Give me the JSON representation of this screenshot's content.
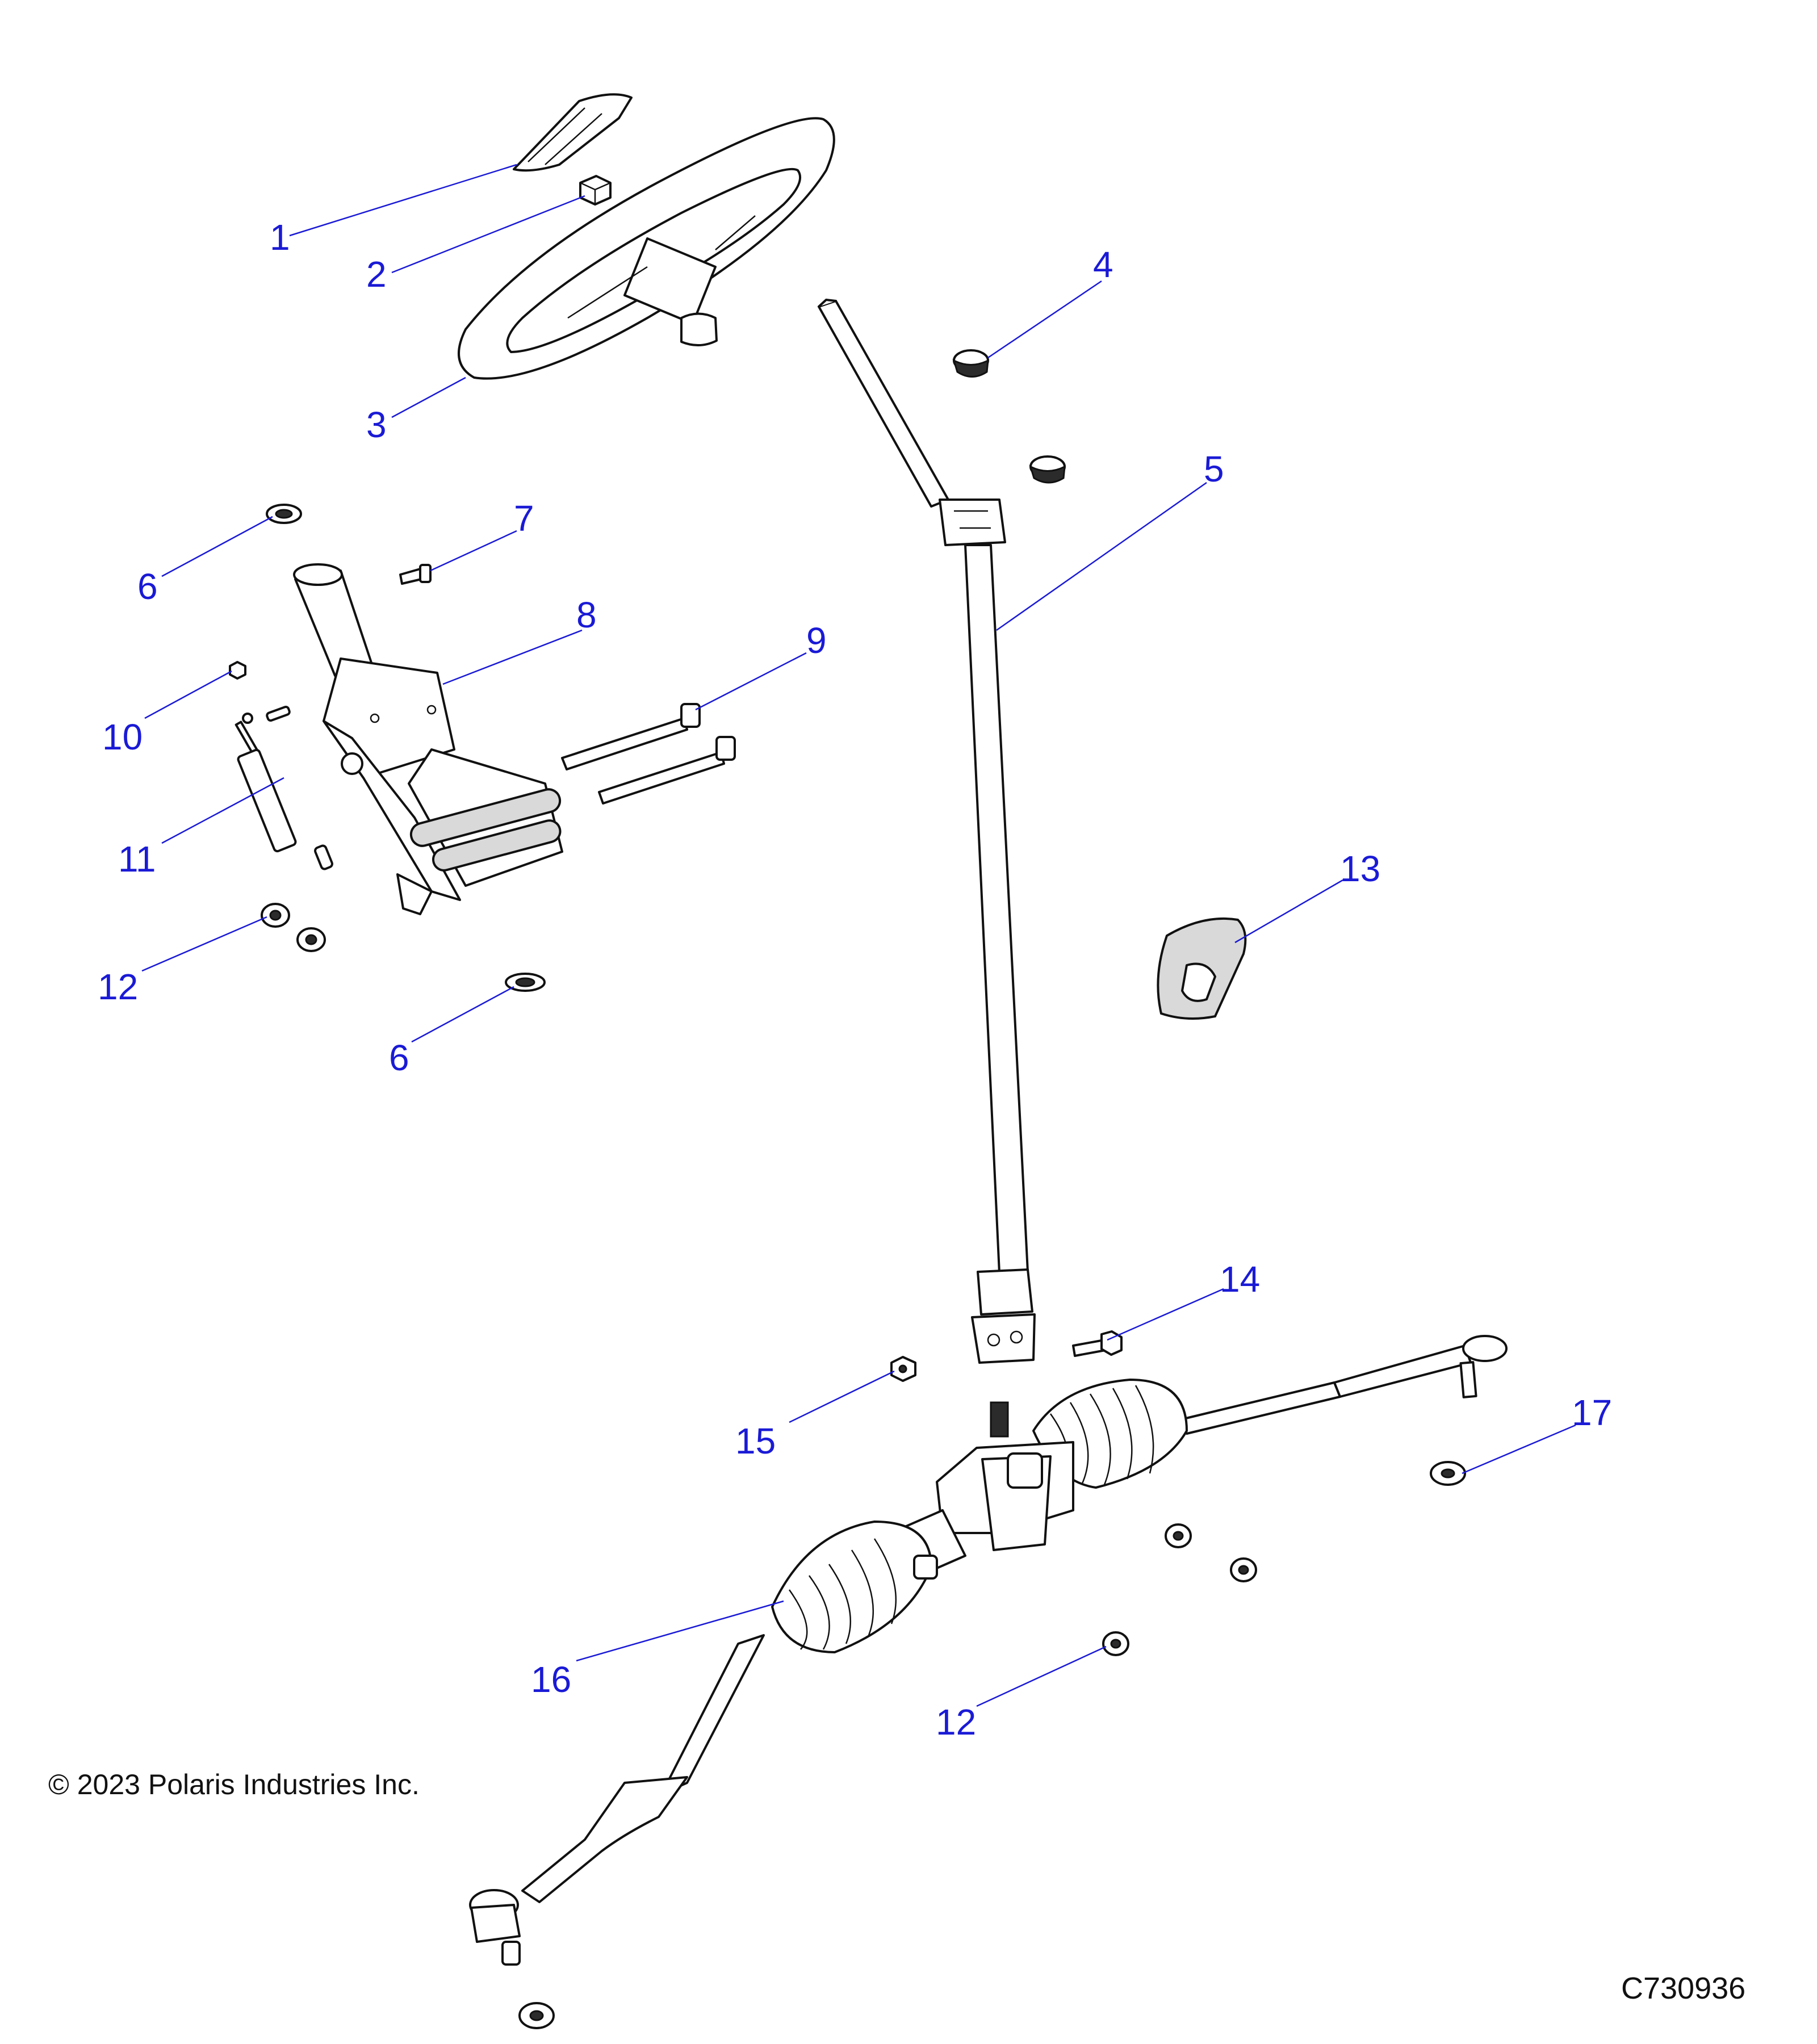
{
  "callouts": {
    "c1": "1",
    "c2": "2",
    "c3": "3",
    "c4": "4",
    "c5": "5",
    "c6a": "6",
    "c6b": "6",
    "c7": "7",
    "c8": "8",
    "c9": "9",
    "c10": "10",
    "c11": "11",
    "c12a": "12",
    "c12b": "12",
    "c13": "13",
    "c14": "14",
    "c15": "15",
    "c16": "16",
    "c17": "17"
  },
  "footer": {
    "copyright": "© 2023 Polaris Industries Inc.",
    "diagram_id": "C730936"
  },
  "colors": {
    "callout": "#1a1ad6",
    "line_art": "#111111"
  }
}
